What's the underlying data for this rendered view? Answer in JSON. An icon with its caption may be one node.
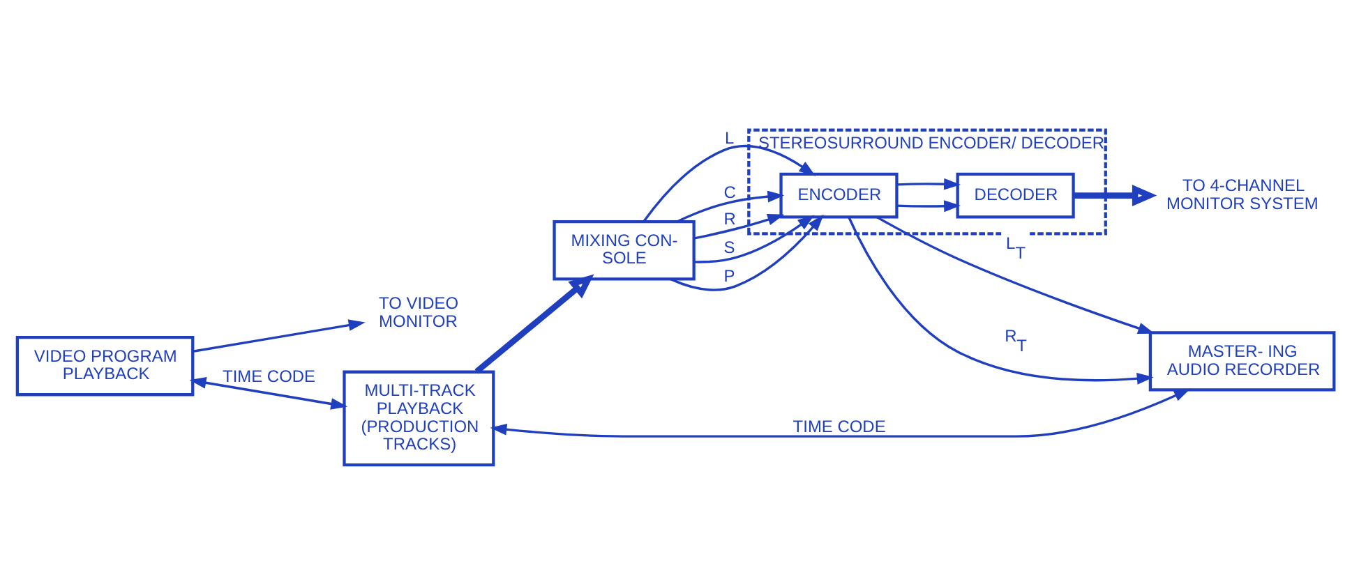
{
  "diagram": {
    "nodes": [
      {
        "text": [
          "TO VIDEO MONITOR"
        ]
      },
      {
        "text": [
          "VIDEO PROGRAM PLAYBACK"
        ]
      },
      {
        "text": [
          "MIXING CON- SOLE"
        ]
      },
      {
        "text": [
          "STEREOSURROUND ENCODER/ DECODER"
        ]
      },
      {
        "text": [
          "ENCODER"
        ],
        "in": 3
      },
      {
        "text": [
          "DECODER"
        ],
        "in": 3
      },
      {
        "text": [
          "MULTI-TRACK PLAYBACK (PRODUCTION TRACKS)"
        ]
      },
      {
        "text": [
          "MASTER- ING AUDIO RECORDER"
        ]
      },
      {
        "text": [
          "TO 4-CHANNEL MONITOR SYSTEM"
        ]
      }
    ],
    "edges": [
      {
        "from": 1,
        "to": 0,
        "arrow": "to"
      },
      {
        "from": 1,
        "to": 6,
        "arrow": "both",
        "label": "TIME CODE"
      },
      {
        "from": 6,
        "to": 2,
        "arrow": "to",
        "style": "thick"
      },
      {
        "from": 2,
        "to": 4,
        "arrow": "to",
        "label": "L"
      },
      {
        "from": 2,
        "to": 4,
        "arrow": "to",
        "label": "C"
      },
      {
        "from": 2,
        "to": 4,
        "arrow": "to",
        "label": "R"
      },
      {
        "from": 2,
        "to": 4,
        "arrow": "to",
        "label": "S"
      },
      {
        "from": 2,
        "to": 4,
        "arrow": "to",
        "label": "P"
      },
      {
        "from": 4,
        "to": 5,
        "arrow": "to"
      },
      {
        "from": 4,
        "to": 5,
        "arrow": "to"
      },
      {
        "from": 4,
        "to": 7,
        "arrow": "to",
        "label": "L$_{T}$"
      },
      {
        "from": 4,
        "to": 7,
        "arrow": "to",
        "label": "R$_{T}$"
      },
      {
        "from": 6,
        "to": 7,
        "arrow": "both",
        "label": "TIME CODE"
      },
      {
        "from": 5,
        "to": 8,
        "arrow": "to",
        "style": "thick"
      }
    ]
  }
}
